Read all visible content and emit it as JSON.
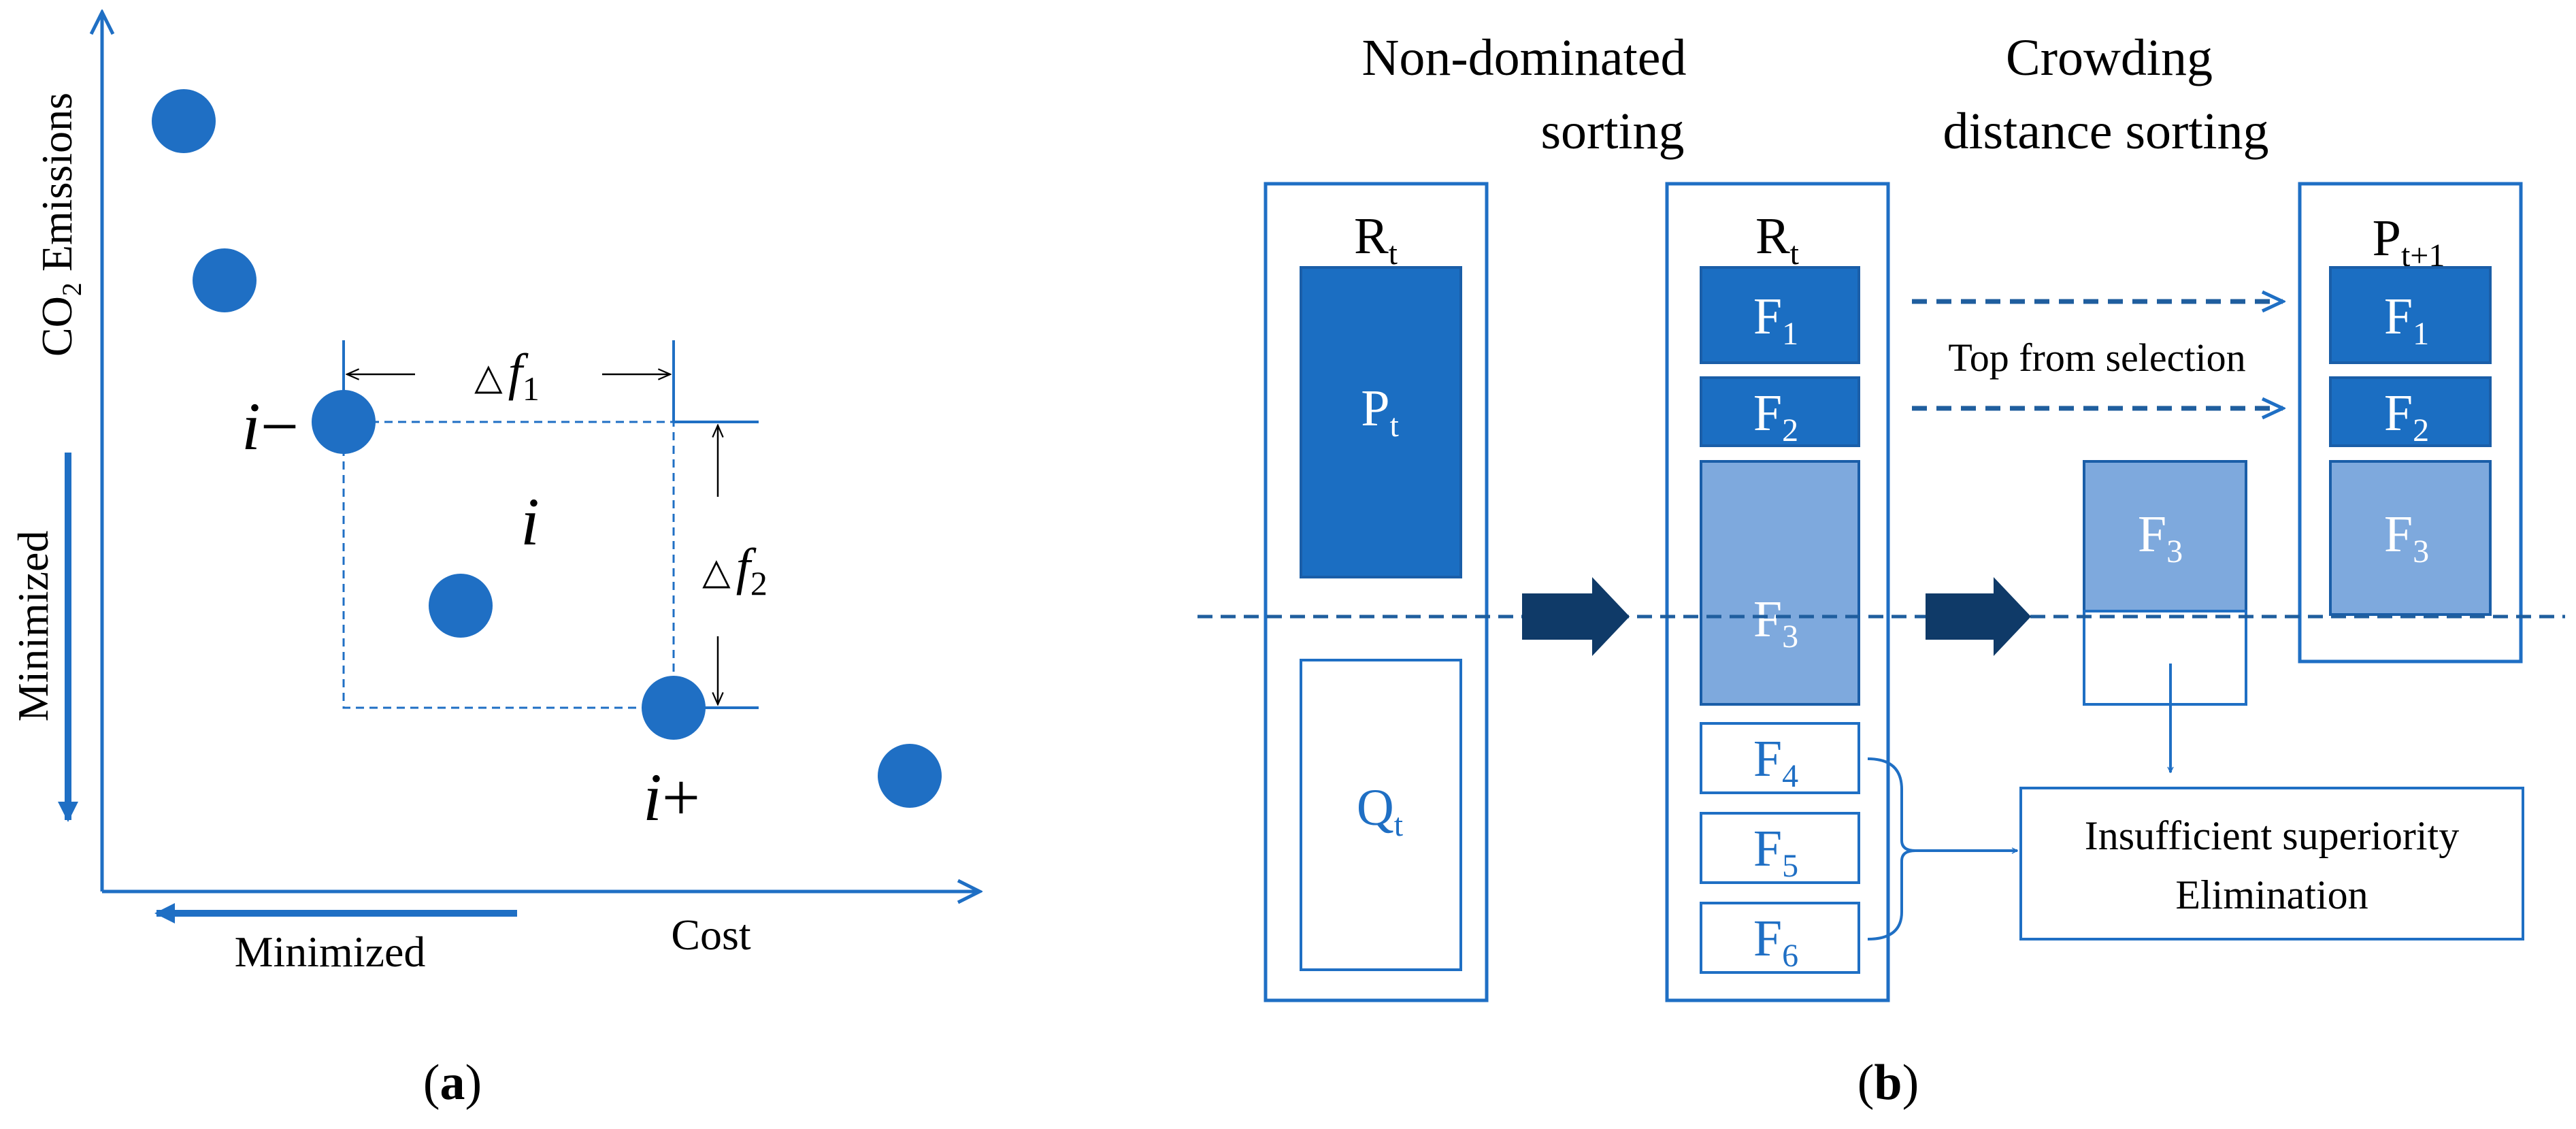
{
  "colors": {
    "primary": "#1f6fc4",
    "dark_block": "#1b6ec2",
    "light_block": "#7ea9dd",
    "arrow_dark": "#0f3a68",
    "text": "#000000",
    "text_on_block": "#ffffff",
    "background": "#ffffff"
  },
  "panel_a": {
    "label_paren_open": "(",
    "label": "a",
    "label_paren_close": ")",
    "y_axis_label": "CO",
    "y_axis_label_sub": "2",
    "y_axis_label_rest": " Emissions",
    "y_minimized": "Minimized",
    "x_axis_label": "Cost",
    "x_minimized": "Minimized",
    "i_minus_base": "i",
    "i_minus_sign": "−",
    "i_label": "i",
    "i_plus_base": "i",
    "i_plus_sign": "+",
    "delta_f1_tri": "△",
    "delta_f1_f": "f",
    "delta_f1_sub": "1",
    "delta_f2_tri": "△",
    "delta_f2_f": "f",
    "delta_f2_sub": "2"
  },
  "panel_b": {
    "label_paren_open": "(",
    "label": "b",
    "label_paren_close": ")",
    "heading_nds_line1": "Non-dominated",
    "heading_nds_line2": "sorting",
    "heading_cds_line1": "Crowding",
    "heading_cds_line2": "distance sorting",
    "rt_left": {
      "base": "R",
      "sub": "t"
    },
    "pt": {
      "base": "P",
      "sub": "t"
    },
    "qt": {
      "base": "Q",
      "sub": "t"
    },
    "rt_middle": {
      "base": "R",
      "sub": "t"
    },
    "fronts": [
      {
        "base": "F",
        "sub": "1"
      },
      {
        "base": "F",
        "sub": "2"
      },
      {
        "base": "F",
        "sub": "3"
      },
      {
        "base": "F",
        "sub": "4"
      },
      {
        "base": "F",
        "sub": "5"
      },
      {
        "base": "F",
        "sub": "6"
      }
    ],
    "selection_label": "Top from selection",
    "f3_sorted": {
      "base": "F",
      "sub": "3"
    },
    "pt1": {
      "base": "P",
      "sub": "t+1"
    },
    "pt1_fronts": [
      {
        "base": "F",
        "sub": "1"
      },
      {
        "base": "F",
        "sub": "2"
      },
      {
        "base": "F",
        "sub": "3"
      }
    ],
    "elimination_line1": "Insufficient superiority",
    "elimination_line2": "Elimination"
  }
}
